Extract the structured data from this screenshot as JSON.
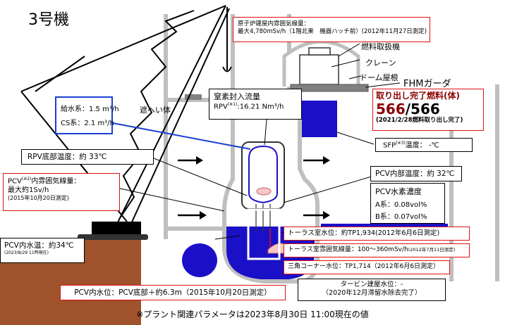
{
  "title": "3号機",
  "roof_rad": {
    "line1": "原子炉建屋内雰囲気線量：",
    "line2": "最大4,780mSv/h（1階北東　機器ハッチ前）(2012年11月27日測定)"
  },
  "labels": {
    "fuel_machine": "燃料取扱機",
    "crane": "クレーン",
    "dome_roof": "ドーム屋根",
    "fhm_girder": "FHMガーダ",
    "shield": "遮へい体"
  },
  "nitrogen": {
    "title": "窒素封入流量",
    "rpv_label": "RPV",
    "rpv_sup": "(※1)",
    "rpv_value": ":16.21 Nm³/h"
  },
  "water_feed": {
    "feed": "給水系：1.5 m³/h",
    "cs": "CS系：2.1 m³/h"
  },
  "fuel_removed": {
    "title": "取り出し完了燃料(体)",
    "count": "566",
    "total": "/566",
    "note": "(2021/2/28燃料取り出し完了)"
  },
  "sfp": {
    "label": "SFP",
    "sup": "(※3)",
    "value": "温度：  -℃"
  },
  "rpv_bottom": "RPV底部温度：約 33℃",
  "pcv_rad": {
    "line1a": "PCV",
    "sup": "(※2)",
    "line1b": "内雰囲気線量：",
    "line2": "最大約1Sv/h",
    "line3": "(2015年10月20日測定)"
  },
  "pcv_internal_temp": "PCV内部温度：約 32℃",
  "pcv_h2": {
    "title": "PCV水素濃度",
    "a": "A系：0.08vol%",
    "b": "B系：0.07vol%"
  },
  "torus_level": "トーラス室水位：約TP1,934(2012年6月6日測定)",
  "torus_rad": {
    "main": "トーラス室雰囲気線量：100～360mSv/h",
    "date": "(2012年7月11日測定)"
  },
  "corner_level": "三角コーナー水位：TP1,714（2012年6月6日測定）",
  "pcv_water_temp": {
    "main": "PCV内水温：約34℃",
    "date": "(2023/8/29 11時現在)"
  },
  "pcv_level": "PCV内水位：PCV底部＋約6.3m（2015年10月20日測定）",
  "turbine": {
    "line1": "タービン建屋水位：-",
    "line2": "（2020年12月滞留水除去完了）"
  },
  "footer": "※プラント関連パラメータは2023年8月30日 11:00現在の値",
  "colors": {
    "water": "#1a10c8",
    "alert_red": "#e01010",
    "fuel_text": "#8b0000",
    "ground": "#a0522d",
    "building": "#bfbfbf",
    "crane": "#000000"
  }
}
